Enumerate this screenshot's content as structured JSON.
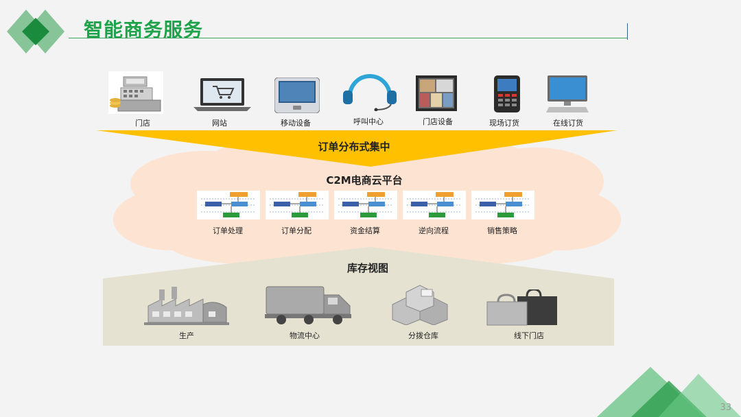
{
  "title": "智能商务服务",
  "channels": [
    {
      "label": "门店",
      "icon": "cash-register-icon"
    },
    {
      "label": "网站",
      "icon": "laptop-cart-icon"
    },
    {
      "label": "移动设备",
      "icon": "tablet-icon"
    },
    {
      "label": "呼叫中心",
      "icon": "headset-icon"
    },
    {
      "label": "门店设备",
      "icon": "store-display-icon"
    },
    {
      "label": "现场订货",
      "icon": "handheld-scanner-icon"
    },
    {
      "label": "在线订货",
      "icon": "desktop-computer-icon"
    }
  ],
  "funnel_label": "订单分布式集中",
  "platform": {
    "title": "C2M电商云平台",
    "modules": [
      "订单处理",
      "订单分配",
      "资金结算",
      "逆向流程",
      "销售策略"
    ]
  },
  "inventory": {
    "title": "库存视图",
    "items": [
      {
        "label": "生产",
        "icon": "factory-icon"
      },
      {
        "label": "物流中心",
        "icon": "truck-icon"
      },
      {
        "label": "分拨仓库",
        "icon": "boxes-icon"
      },
      {
        "label": "线下门店",
        "icon": "shopping-bags-icon"
      }
    ]
  },
  "page_number": "33",
  "colors": {
    "accent": "#1fa34a",
    "funnel": "#ffc000",
    "cloud": "#fde3d2",
    "base": "#e5e2d2"
  }
}
